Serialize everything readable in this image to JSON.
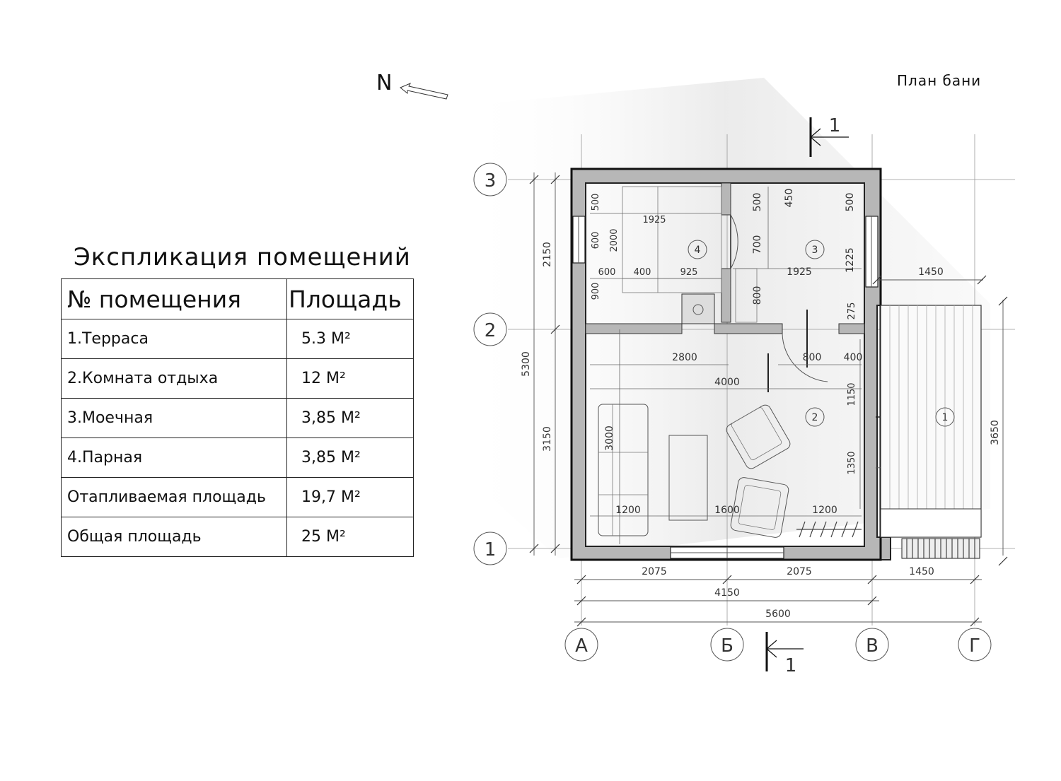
{
  "plan_title": "План бани",
  "north_label": "N",
  "explication": {
    "title": "Экспликация помещений",
    "headers": [
      "№ помещения",
      "Площадь"
    ],
    "rows": [
      {
        "name": "1.Терраса",
        "area": "5.3 М²"
      },
      {
        "name": "2.Комната отдыха",
        "area": "12 М²"
      },
      {
        "name": "3.Моечная",
        "area": "3,85 М²"
      },
      {
        "name": "4.Парная",
        "area": "3,85 М²"
      },
      {
        "name": "Отапливаемая площадь",
        "area": "19,7 М²"
      },
      {
        "name": "Общая площадь",
        "area": "25 М²"
      }
    ]
  },
  "axes": {
    "columns": [
      "А",
      "Б",
      "В",
      "Г"
    ],
    "rows": [
      "3",
      "2",
      "1"
    ]
  },
  "section_mark": "1",
  "rooms": [
    "1",
    "2",
    "3",
    "4"
  ],
  "dimensions": {
    "bottom_row1": [
      "2075",
      "2075",
      "1450"
    ],
    "bottom_row2": "4150",
    "bottom_row3": "5600",
    "left_outer": "5300",
    "left_upper": "2150",
    "left_lower": "3150",
    "terrace_top": "1450",
    "terrace_right": "3650",
    "steam_w": "1925",
    "steam_600": "600",
    "steam_400": "400",
    "steam_925": "925",
    "steam_500": "500",
    "steam_600v": "600",
    "steam_900": "900",
    "steam_2000": "2000",
    "wash_w": "1925",
    "wash_500a": "500",
    "wash_450": "450",
    "wash_500b": "500",
    "wash_700": "700",
    "wash_800": "800",
    "wash_1225": "1225",
    "wash_275": "275",
    "rest_2800": "2800",
    "rest_4000": "4000",
    "rest_800": "800",
    "rest_400": "400",
    "rest_1150": "1150",
    "rest_1350": "1350",
    "rest_3000": "3000",
    "rest_1200a": "1200",
    "rest_1600": "1600",
    "rest_1200b": "1200"
  }
}
